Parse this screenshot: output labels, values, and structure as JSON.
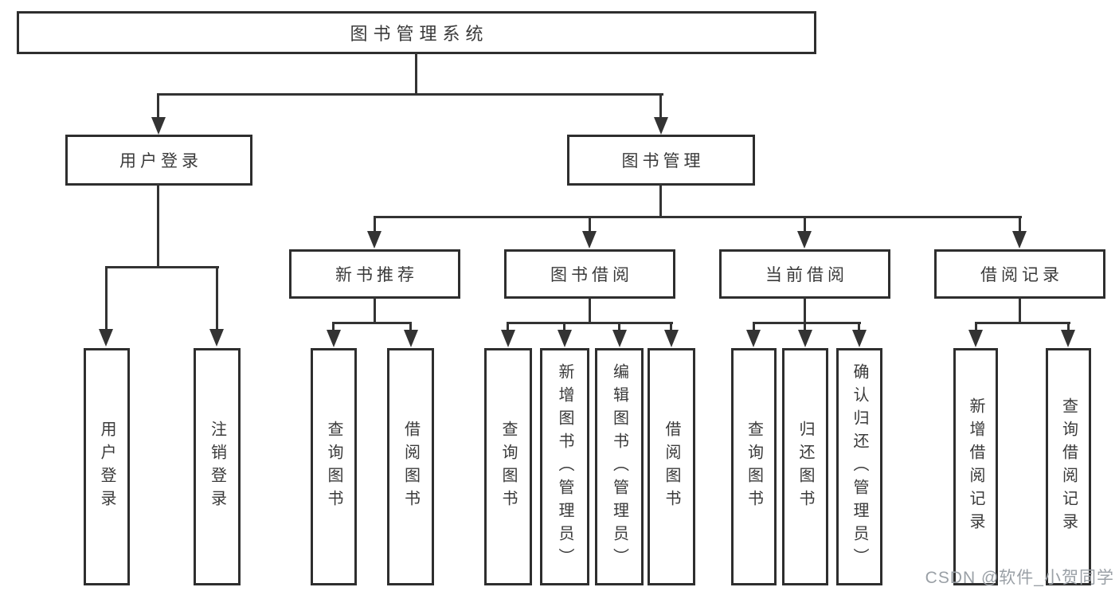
{
  "diagram_type": "hierarchy",
  "root": {
    "label": "图书管理系统"
  },
  "branches": [
    {
      "label": "用户登录",
      "children": [
        {
          "label": "用户登录"
        },
        {
          "label": "注销登录"
        }
      ]
    },
    {
      "label": "图书管理",
      "children": [
        {
          "label": "新书推荐",
          "children": [
            {
              "label": "查询图书"
            },
            {
              "label": "借阅图书"
            }
          ]
        },
        {
          "label": "图书借阅",
          "children": [
            {
              "label": "查询图书"
            },
            {
              "label": "新增图书（管理员）"
            },
            {
              "label": "编辑图书（管理员）"
            },
            {
              "label": "借阅图书"
            }
          ]
        },
        {
          "label": "当前借阅",
          "children": [
            {
              "label": "查询图书"
            },
            {
              "label": "归还图书"
            },
            {
              "label": "确认归还（管理员）"
            }
          ]
        },
        {
          "label": "借阅记录",
          "children": [
            {
              "label": "新增借阅记录"
            },
            {
              "label": "查询借阅记录"
            }
          ]
        }
      ]
    }
  ],
  "watermark": "CSDN @软件_小贺同学",
  "colors": {
    "line": "#333333",
    "box_border": "#2e2e2e",
    "text": "#3a3a3a",
    "background": "#ffffff",
    "watermark": "#9aa0a6"
  }
}
